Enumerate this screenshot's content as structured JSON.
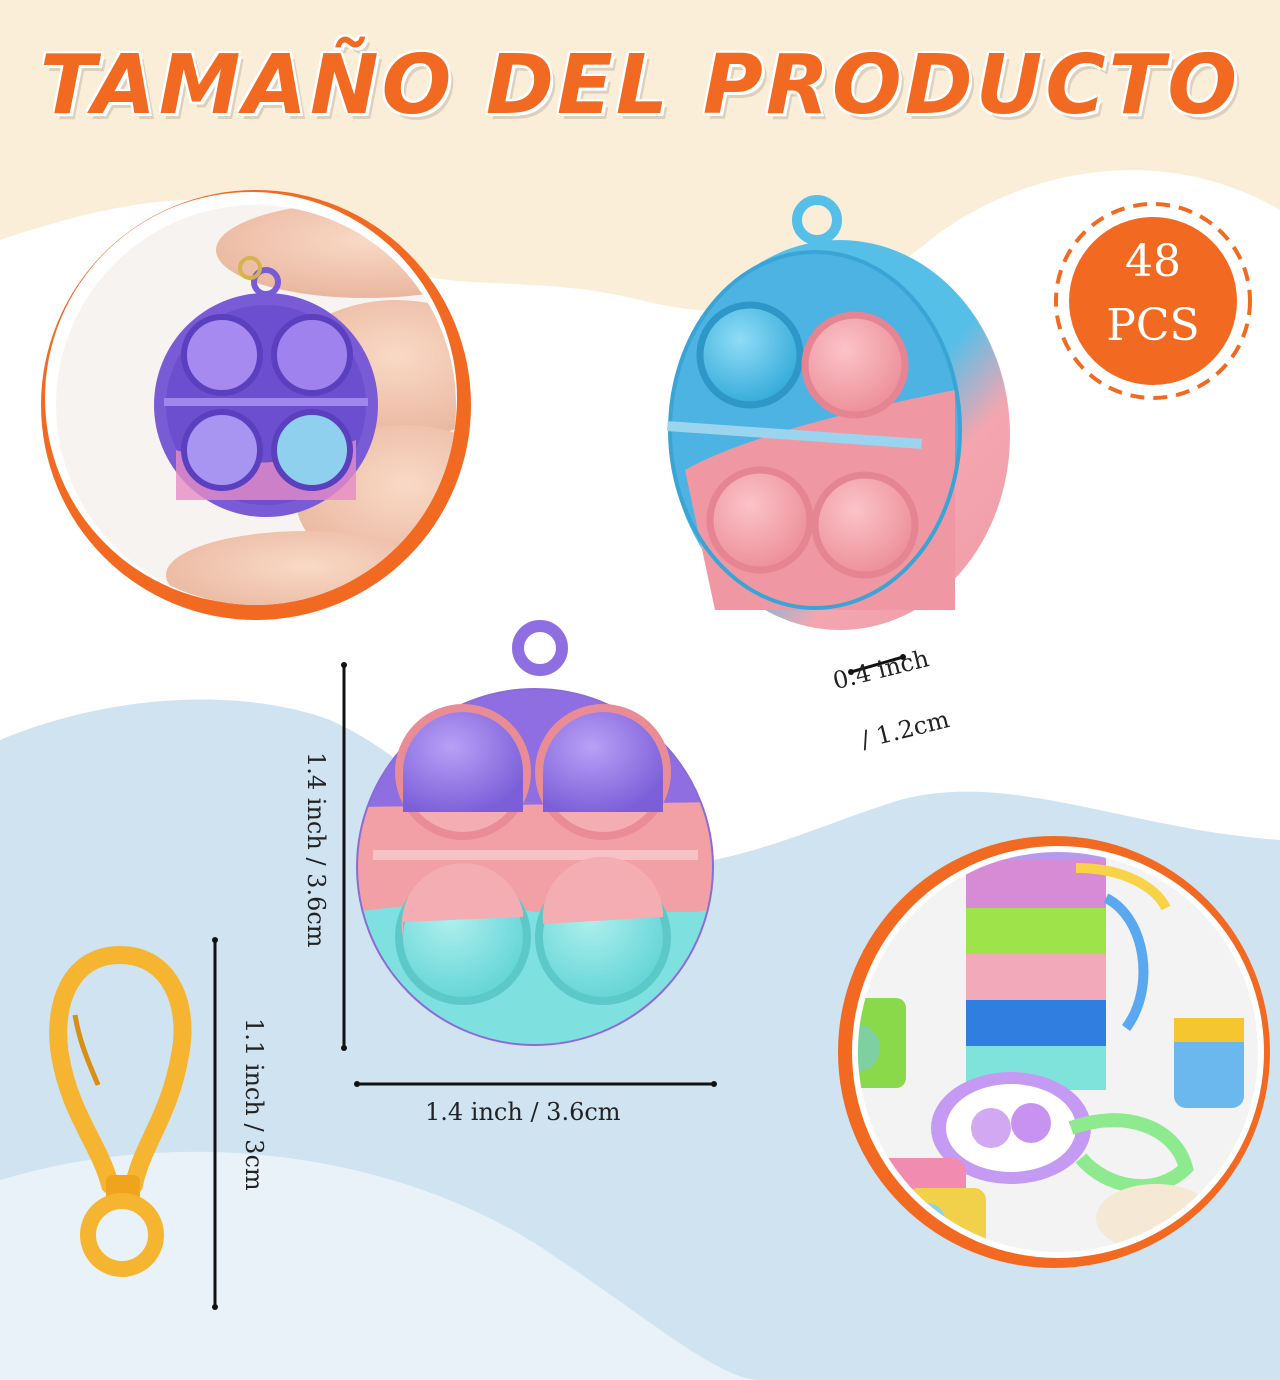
{
  "title": "TAMAÑO DEL PRODUCTO",
  "badge": {
    "count": "48",
    "unit": "PCS"
  },
  "dimensions": {
    "depth": {
      "inch": "0.4 inch",
      "cm": "/ 1.2cm"
    },
    "height": "1.4 inch / 3.6cm",
    "width": "1.4 inch / 3.6cm",
    "clip": "1.1 inch / 3cm"
  },
  "colors": {
    "accent": "#f26a21",
    "cream": "#fbeed9",
    "light_blue": "#cfe3f1",
    "purple": "#8e6ee0",
    "pink": "#f2a0a6",
    "teal": "#7fe0e0",
    "blue": "#56bfe8",
    "yellow": "#f5b531"
  },
  "icons": [
    "hand-holding-fidget-photo",
    "blue-pink-fidget-keychain",
    "purple-pink-teal-fidget-keychain",
    "yellow-plastic-clip",
    "stacked-fidget-keychains-photo"
  ]
}
